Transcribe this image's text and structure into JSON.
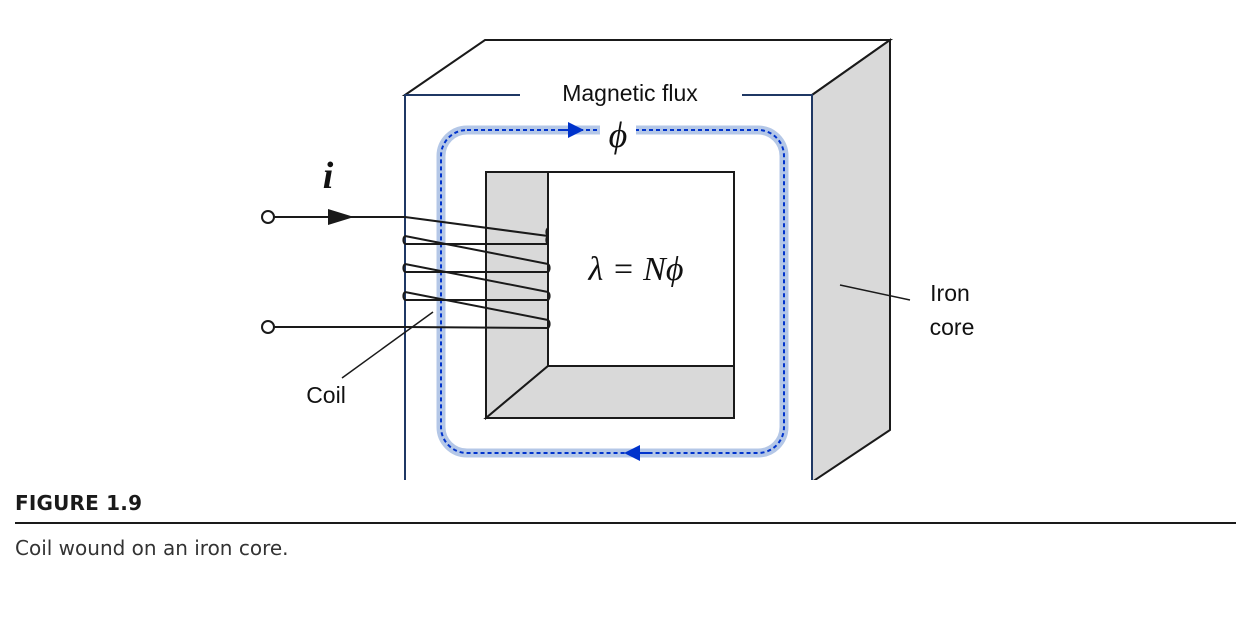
{
  "diagram": {
    "labels": {
      "magnetic_flux": "Magnetic flux",
      "phi": "ϕ",
      "current": "i",
      "lambda_eq": "λ = Nϕ",
      "iron_core_line1": "Iron",
      "iron_core_line2": "core",
      "coil": "Coil"
    },
    "colors": {
      "core_outline": "#1f3864",
      "core_side_fill": "#d9d9d9",
      "flux_band": "#b4c7e7",
      "flux_path": "#0033cc"
    }
  },
  "figure": {
    "label": "FIGURE 1.9",
    "caption": "Coil wound on an iron core."
  }
}
